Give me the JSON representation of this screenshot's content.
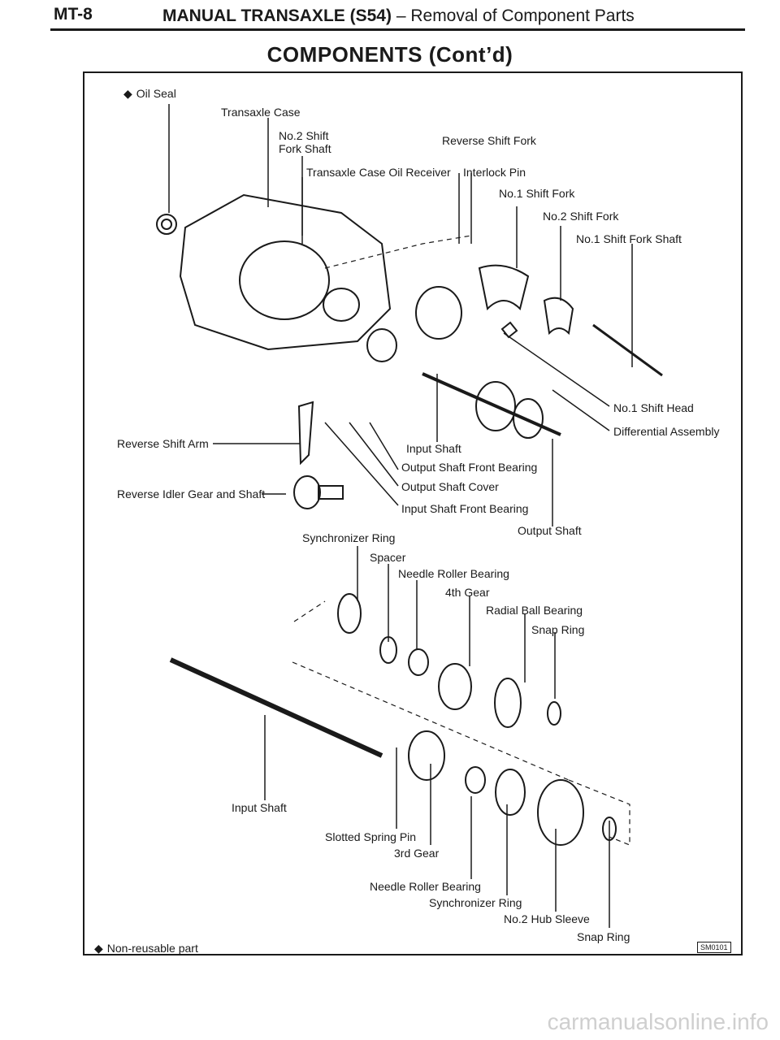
{
  "header": {
    "page_number": "MT-8",
    "manual_title": "MANUAL TRANSAXLE (S54)",
    "separator": "–",
    "section_subject": "Removal of Component Parts"
  },
  "section_title": "COMPONENTS (Cont’d)",
  "legend": {
    "bullet": "◆",
    "non_reusable": "Non-reusable part"
  },
  "upper_labels": {
    "oil_seal": "Oil Seal",
    "transaxle_case": "Transaxle Case",
    "no2_shift_fork_shaft_1": "No.2 Shift",
    "no2_shift_fork_shaft_2": "Fork Shaft",
    "reverse_shift_fork": "Reverse Shift Fork",
    "oil_receiver": "Transaxle Case Oil Receiver",
    "interlock_pin": "Interlock Pin",
    "no1_shift_fork": "No.1 Shift Fork",
    "no2_shift_fork": "No.2 Shift Fork",
    "no1_shift_fork_shaft": "No.1 Shift Fork Shaft",
    "no1_shift_head": "No.1 Shift Head",
    "differential_assembly": "Differential Assembly",
    "reverse_shift_arm": "Reverse Shift Arm",
    "reverse_idler": "Reverse Idler Gear and Shaft",
    "input_shaft": "Input Shaft",
    "output_shaft_front_bearing": "Output Shaft Front Bearing",
    "output_shaft_cover": "Output Shaft Cover",
    "input_shaft_front_bearing": "Input Shaft Front Bearing",
    "output_shaft": "Output Shaft"
  },
  "lower_labels": {
    "synchronizer_ring": "Synchronizer Ring",
    "spacer": "Spacer",
    "needle_roller_bearing": "Needle Roller Bearing",
    "fourth_gear": "4th Gear",
    "radial_ball_bearing": "Radial Ball Bearing",
    "snap_ring": "Snap Ring",
    "input_shaft": "Input Shaft",
    "slotted_spring_pin": "Slotted Spring Pin",
    "third_gear": "3rd Gear",
    "needle_roller_bearing_2": "Needle Roller Bearing",
    "synchronizer_ring_2": "Synchronizer Ring",
    "no2_hub_sleeve": "No.2 Hub Sleeve",
    "snap_ring_2": "Snap Ring"
  },
  "figure_code": "SM0101",
  "watermark": "carmanualsonline.info"
}
